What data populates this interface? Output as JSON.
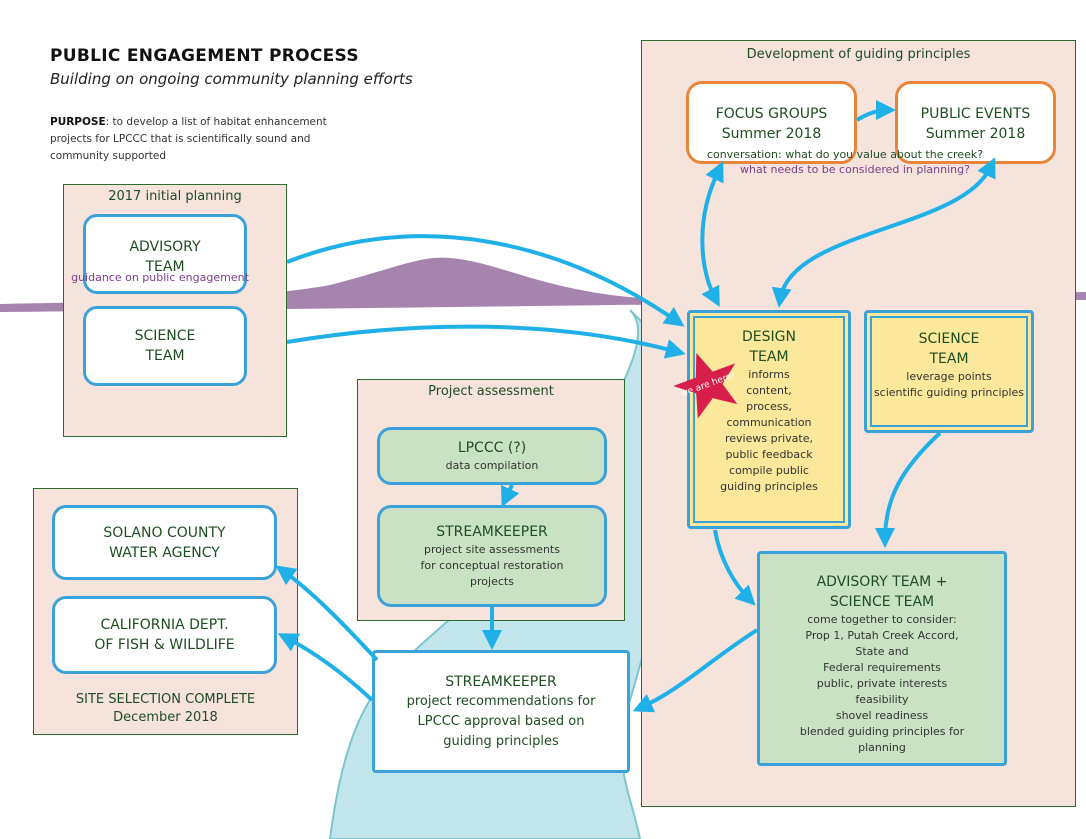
{
  "header": {
    "title": "PUBLIC ENGAGEMENT PROCESS",
    "subtitle": "Building on ongoing community planning efforts",
    "purpose_label": "PURPOSE",
    "purpose_text": ": to develop a list of habitat enhancement projects for LPCCC that is scientifically sound and community supported"
  },
  "guiding": {
    "title": "Development of guiding principles",
    "focus": {
      "title": "FOCUS GROUPS",
      "date": "Summer 2018"
    },
    "events": {
      "title": "PUBLIC EVENTS",
      "date": "Summer 2018"
    },
    "caption1": "conversation: what do you value about the creek?",
    "caption2": "what needs to be considered in planning?",
    "design": {
      "t1": "DESIGN",
      "t2": "TEAM",
      "lines": [
        "informs",
        "content,",
        "process,",
        "communication",
        "reviews private,",
        "public feedback",
        "compile public",
        "guiding principles"
      ]
    },
    "science": {
      "t1": "SCIENCE",
      "t2": "TEAM",
      "lines": [
        "leverage points",
        "scientific guiding principles"
      ]
    },
    "combined": {
      "t1": "ADVISORY TEAM +",
      "t2": "SCIENCE TEAM",
      "lines": [
        "come together to consider:",
        "Prop 1, Putah Creek Accord,",
        "State and",
        "Federal requirements",
        "public, private interests",
        "feasibility",
        "shovel readiness",
        "blended guiding principles for",
        "planning"
      ]
    },
    "star": "we are here!"
  },
  "initial": {
    "title": "2017 initial planning",
    "advisory": {
      "t1": "ADVISORY",
      "t2": "TEAM",
      "note": "guidance on public engagement"
    },
    "science": {
      "t1": "SCIENCE",
      "t2": "TEAM"
    }
  },
  "assessment": {
    "title": "Project assessment",
    "lpccc": {
      "t1": "LPCCC (?)",
      "s": "data compilation"
    },
    "streamkeeper": {
      "t1": "STREAMKEEPER",
      "lines": [
        "project site assessments",
        "for conceptual restoration",
        "projects"
      ]
    }
  },
  "recommend": {
    "t1": "STREAMKEEPER",
    "lines": [
      "project recommendations for",
      "LPCCC approval based on",
      "guiding principles"
    ]
  },
  "site": {
    "solano": [
      "SOLANO COUNTY",
      "WATER AGENCY"
    ],
    "cdfw": [
      "CALIFORNIA DEPT.",
      "OF FISH & WILDLIFE"
    ],
    "status": "SITE SELECTION COMPLETE",
    "date": "December 2018"
  },
  "colors": {
    "arrow": "#1fb0e8",
    "panel": "#f5e3dc",
    "border": "#2e6b2e",
    "hill": "#a584ae",
    "river": "#c2e5ec",
    "star": "#d81e4a",
    "orange": "#e8853a"
  }
}
